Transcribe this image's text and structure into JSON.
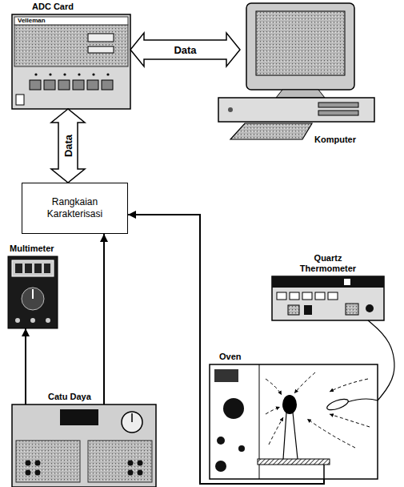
{
  "diagram": {
    "nodes": [
      {
        "text": [
          "ADC Card"
        ]
      },
      {
        "text": [
          "Komputer"
        ]
      },
      {
        "text": [
          "Rangkaian Karakterisasi"
        ]
      },
      {
        "text": [
          "Multimeter"
        ]
      },
      {
        "text": [
          "Quartz Thermometer"
        ]
      },
      {
        "text": [
          "Oven"
        ]
      },
      {
        "text": [
          "Catu Daya"
        ]
      }
    ],
    "edges": [
      {
        "from": 0,
        "to": 1,
        "label": "Data",
        "arrow": "both"
      },
      {
        "from": 0,
        "to": 2,
        "label": "Data",
        "arrow": "both"
      },
      {
        "from": 6,
        "to": 3,
        "arrow": "to"
      },
      {
        "from": 6,
        "to": 2,
        "arrow": "to"
      },
      {
        "from": 5,
        "to": 2,
        "arrow": "to"
      },
      {
        "from": 4,
        "to": 5,
        "arrow": "none"
      }
    ],
    "labels": [
      "Velleman"
    ]
  }
}
